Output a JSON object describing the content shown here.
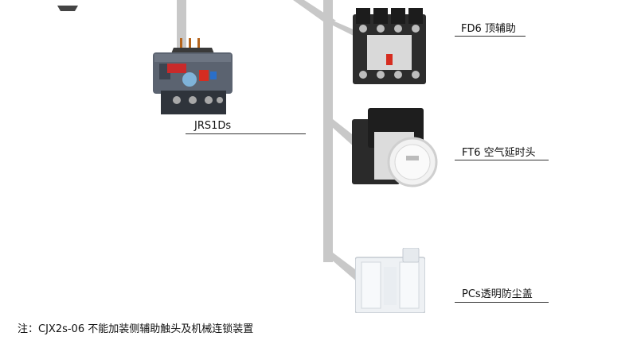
{
  "products": [
    {
      "label": "FD6 顶辅助",
      "image": "front-auxiliary-contact-block"
    },
    {
      "label": "JRS1Ds",
      "image": "thermal-overload-relay"
    },
    {
      "label": "FT6 空气延时头",
      "image": "pneumatic-timer-block"
    },
    {
      "label": "PCs透明防尘盖",
      "image": "transparent-dust-cover"
    }
  ],
  "note": "注：CJX2s-06 不能加装侧辅助触头及机械连锁装置"
}
